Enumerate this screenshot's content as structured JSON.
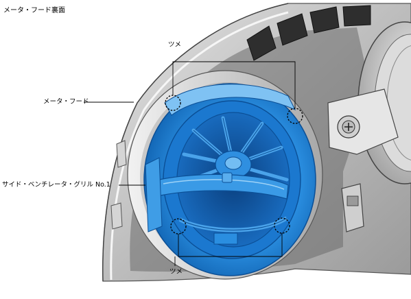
{
  "title": "メータ・フード裏面",
  "labels": {
    "meter_hood": "メータ・フード",
    "side_ventilator_grille": "サイド・ベンチレータ・グリル No.1",
    "claw_top": "ツメ",
    "claw_bottom": "ツメ"
  },
  "colors": {
    "vent_blue": "#1f86d6",
    "vent_dark": "#0b4f96",
    "vent_light": "#6fb8f0",
    "hood_gray": "#b9b9b9",
    "hood_dark": "#5a5a5a",
    "line": "#000000"
  }
}
